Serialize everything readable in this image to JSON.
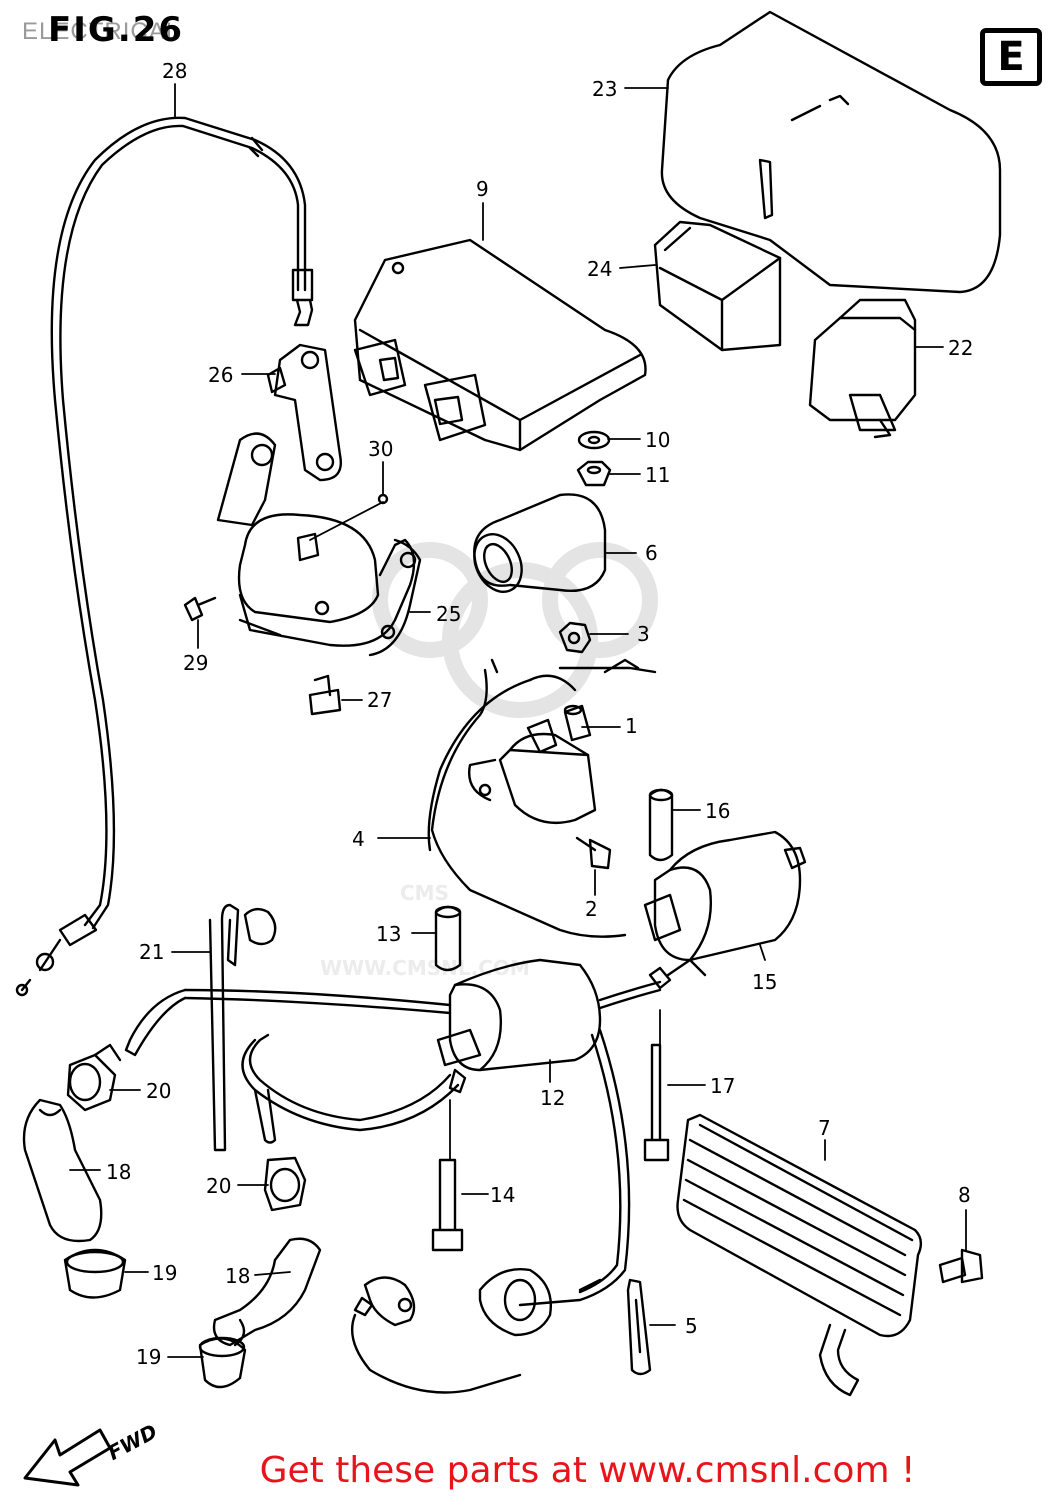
{
  "header": {
    "caption": "ELECTRICAL",
    "figure": "FIG.26",
    "section": "E"
  },
  "watermark": {
    "brand": "CMS",
    "site": "WWW.CMSNL.COM"
  },
  "parts": [
    {
      "number": "1"
    },
    {
      "number": "2"
    },
    {
      "number": "3"
    },
    {
      "number": "4"
    },
    {
      "number": "5"
    },
    {
      "number": "6"
    },
    {
      "number": "7"
    },
    {
      "number": "8"
    },
    {
      "number": "9"
    },
    {
      "number": "10"
    },
    {
      "number": "11"
    },
    {
      "number": "12"
    },
    {
      "number": "13"
    },
    {
      "number": "14"
    },
    {
      "number": "15"
    },
    {
      "number": "16"
    },
    {
      "number": "17"
    },
    {
      "number": "18"
    },
    {
      "number": "18"
    },
    {
      "number": "19"
    },
    {
      "number": "19"
    },
    {
      "number": "20"
    },
    {
      "number": "20"
    },
    {
      "number": "21"
    },
    {
      "number": "22"
    },
    {
      "number": "23"
    },
    {
      "number": "24"
    },
    {
      "number": "25"
    },
    {
      "number": "26"
    },
    {
      "number": "27"
    },
    {
      "number": "28"
    },
    {
      "number": "29"
    },
    {
      "number": "30"
    }
  ],
  "direction_label": "FWD",
  "footer": "Get these parts at www.cmsnl.com !",
  "colors": {
    "ink": "#000000",
    "watermark": "#e6e6e6",
    "footer": "#e8141b"
  }
}
